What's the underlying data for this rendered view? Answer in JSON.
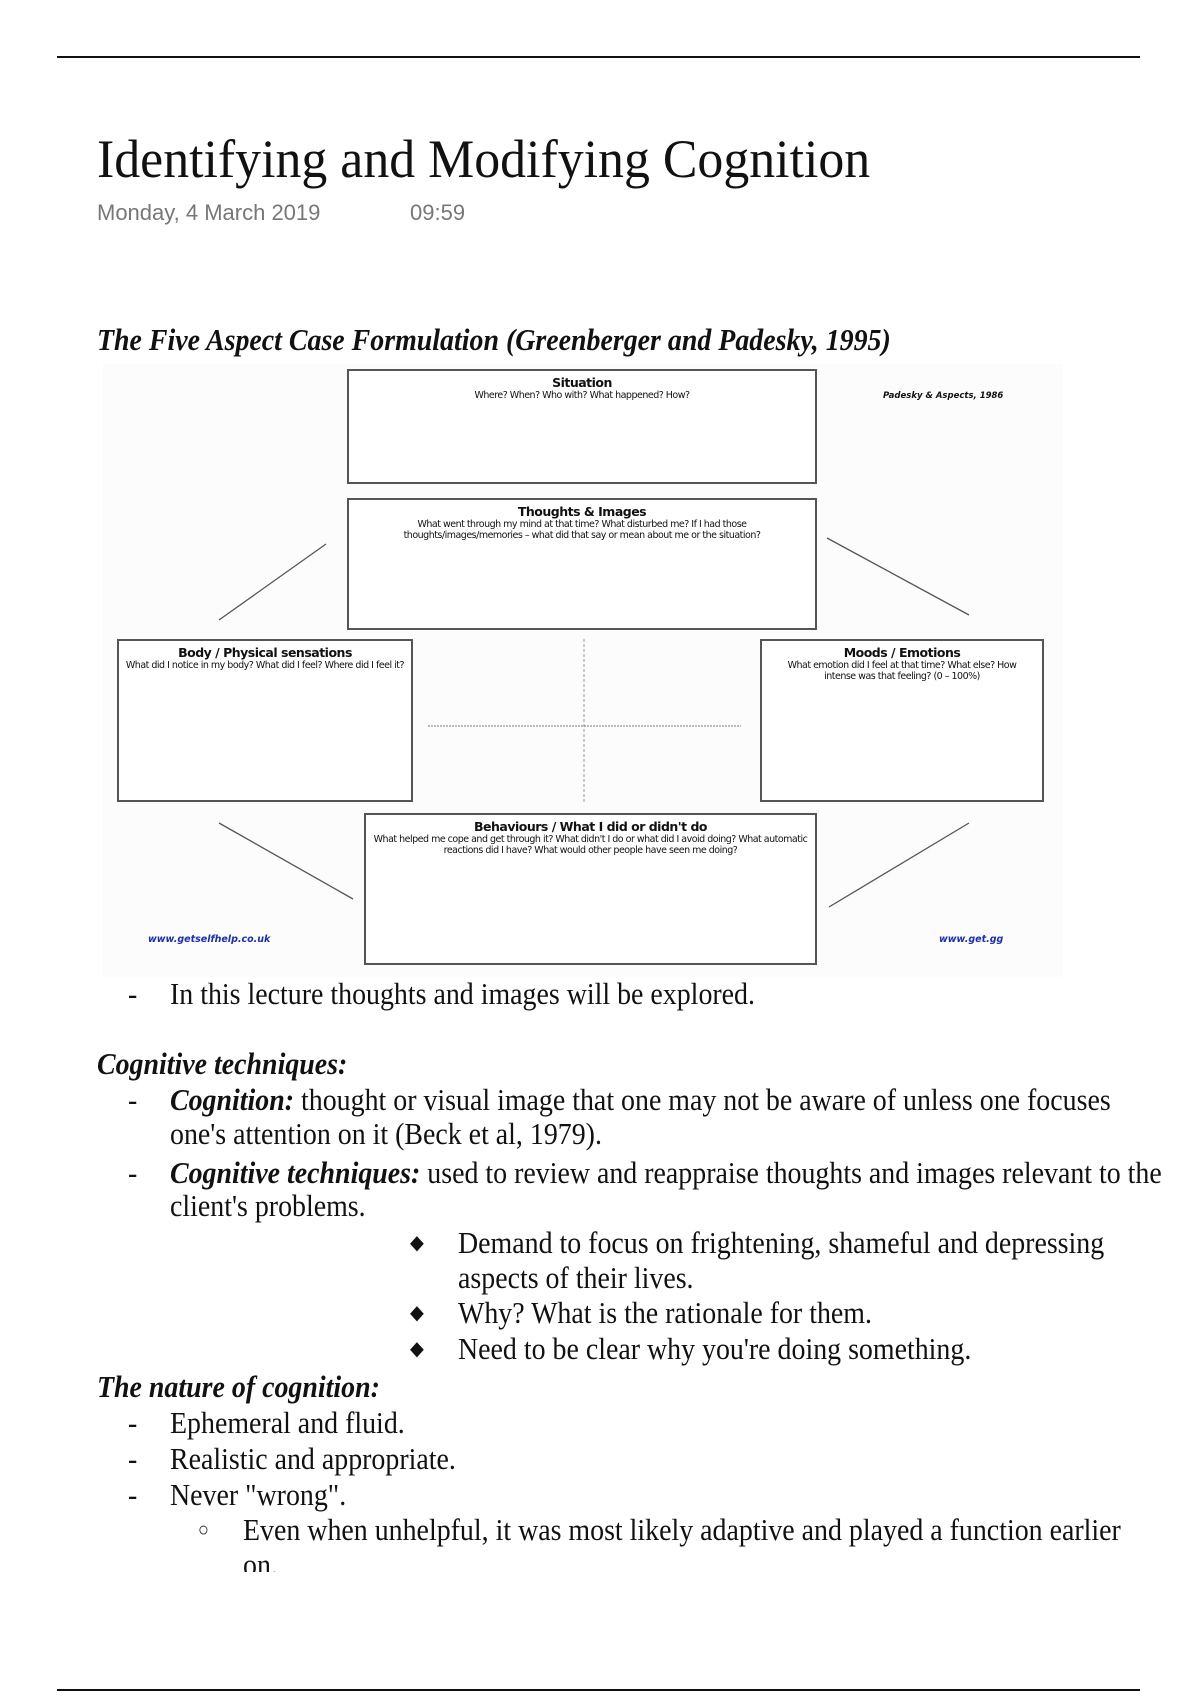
{
  "page": {
    "title": "Identifying and Modifying Cognition",
    "date": "Monday, 4 March 2019",
    "time": "09:59"
  },
  "figure": {
    "heading": "The Five Aspect Case Formulation (Greenberger and Padesky, 1995)",
    "credit": "Padesky & Aspects, 1986",
    "url_left": "www.getselfhelp.co.uk",
    "url_right": "www.get.gg",
    "boxes": {
      "situation": {
        "title": "Situation",
        "prompt": "Where?  When?  Who with?  What happened?  How?"
      },
      "thoughts": {
        "title": "Thoughts & Images",
        "prompt": "What went through my mind at that time?  What disturbed me?  If I had those thoughts/images/memories – what did that say or mean about me or the situation?"
      },
      "body": {
        "title": "Body / Physical sensations",
        "prompt": "What did I notice in my body?  What did I feel?  Where did I feel it?"
      },
      "moods": {
        "title": "Moods / Emotions",
        "prompt": "What emotion did I feel at that time?  What else? How intense was that feeling? (0 – 100%)"
      },
      "behaviours": {
        "title": "Behaviours / What I did or didn't do",
        "prompt": "What helped me cope and get through it?  What didn't I do or what did I avoid doing?  What automatic reactions did I have?  What would other people have seen me doing?"
      }
    }
  },
  "notes": {
    "lecture_note": "In this lecture thoughts and images will be explored.",
    "cog_heading": "Cognitive techniques:",
    "cognition_term": "Cognition:",
    "cognition_def_1": " thought or visual image that one may not be aware of unless one focuses",
    "cognition_def_2": "one's attention on it (Beck et al, 1979).",
    "techniques_term": "Cognitive techniques:",
    "techniques_def_1": " used to review and reappraise thoughts and images relevant to the",
    "techniques_def_2": "client's problems.",
    "sub1_1": "Demand to focus on frightening, shameful and depressing",
    "sub1_2": "aspects of their lives.",
    "sub2": "Why? What is the rationale for them.",
    "sub3": "Need to be clear why you're doing something.",
    "nature_heading": "The nature of cognition:",
    "nature1": "Ephemeral and fluid.",
    "nature2": "Realistic and appropriate.",
    "nature3": "Never \"wrong\".",
    "nature3a_1": "Even when unhelpful, it was most likely adaptive and played a function earlier",
    "nature3a_2": "on.",
    "dash": "-",
    "diamond": "◆",
    "circle": "○"
  }
}
